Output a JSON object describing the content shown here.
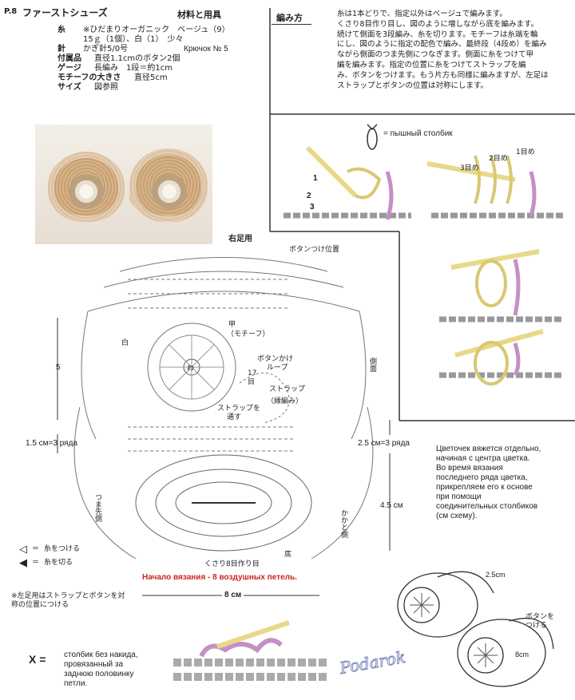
{
  "header": {
    "page_num": "P.8",
    "title": "ファーストシューズ",
    "materials_heading": "材料と用具",
    "how_heading": "編み方"
  },
  "materials": [
    {
      "label": "糸",
      "value": "※ひだまりオーガニック　ベージュ（9）"
    },
    {
      "label": "",
      "value": "15ｇ（1個）、白（1）　少々"
    },
    {
      "label": "針",
      "value": "かぎ針5/0号",
      "ru": "Крючок № 5"
    },
    {
      "label": "付属品",
      "value": "直径1.1cmのボタン2個"
    },
    {
      "label": "ゲージ",
      "value": "長編み　1段＝約1cm"
    },
    {
      "label": "モチーフの大きさ",
      "value": "直径5cm"
    },
    {
      "label": "サイズ",
      "value": "図参照"
    }
  ],
  "instructions": [
    "糸は1本どりで、指定以外はベージュで編みます。",
    "くさり8目作り目し、図のように増しながら底を編みます。",
    "続けて側面を3段編み、糸を切ります。モチーフは糸端を輪",
    "にし、図のように指定の配色で編み、最終段（4段め）を編み",
    "ながら側面のつま先側につなぎます。側面に糸をつけて甲",
    "編を編みます。指定の位置に糸をつけてストラップを編",
    "み、ボタンをつけます。もう片方も同様に編みますが、左足は",
    "ストラップとボタンの位置は対称にします。"
  ],
  "legend": {
    "symbol_ru": "= пышный столбик",
    "step_labels": [
      "3目め",
      "2目め",
      "1目め"
    ],
    "step_numbers": [
      "1",
      "2",
      "3"
    ]
  },
  "diagram": {
    "right_foot": "右足用",
    "button_pos": "ボタンつけ位置",
    "instep": "甲",
    "motif": "（モチーフ）",
    "white": "白",
    "wa": "わ",
    "button_loop": "ボタンかけ",
    "loop": "ループ",
    "seventeen": "17",
    "me": "目",
    "strap": "ストラップ",
    "fringe": "（縁編み）",
    "strap_through": "ストラップを",
    "through": "通す",
    "side": "側面",
    "toe_side": "つま先側",
    "heel_side": "かかと側",
    "sole": "底",
    "chain_start": "くさり8目作り目",
    "start_ru": "Начало вязания - 8 воздушных петель.",
    "dim_5": "5",
    "dim_15": "1.5 см=3 ряда",
    "dim_25": "2.5 см=3 ряда",
    "dim_45": "4.5 см",
    "dim_8": "8 см"
  },
  "attach_legend": [
    {
      "symbol": "糸をつける"
    },
    {
      "symbol": "糸を切る"
    }
  ],
  "left_note": "※左足用はストラップとボタンを対称の位置につける",
  "russian_note": [
    "Цветочек вяжется отдельно,",
    "начиная с центра цветка.",
    "Во время вязания",
    "последнего ряда цветка,",
    "прикрепляем его к основе",
    "при помощи",
    "соединительных столбиков",
    "(см схему)."
  ],
  "bottom_legend": {
    "symbol": "Х =",
    "text": [
      "столбик без накида,",
      "провязанный за",
      "заднюю половинку",
      "петли."
    ]
  },
  "shoes": {
    "dim_25": "2.5cm",
    "dim_8": "8cm",
    "button_label": [
      "ボタンを",
      "つける"
    ]
  },
  "watermark": "Podarok"
}
